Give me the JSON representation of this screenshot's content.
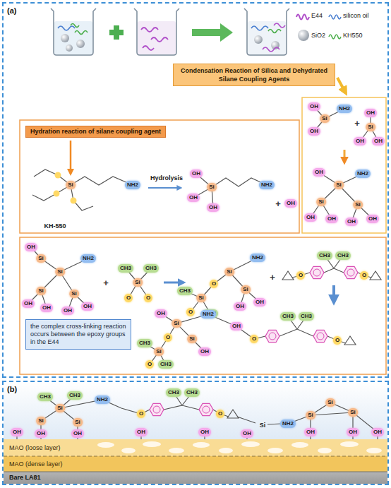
{
  "diagram": {
    "nodes": [
      {
        "text": [
          "(a)"
        ]
      },
      {
        "text": [
          "Condensation Reaction of Silica and Dehydrated Silane Coupling Agents"
        ],
        "in": 0
      },
      {
        "text": [
          "Hydration reaction of silane coupling agent"
        ],
        "in": 0
      },
      {
        "text": [
          "the complex cross-linking reaction occurs between the epoxy groups in the E44"
        ],
        "in": 0
      },
      {
        "text": [
          "(b)"
        ]
      },
      {
        "text": [
          "MAO (loose layer)"
        ],
        "in": 4
      },
      {
        "text": [
          "MAO (dense layer)"
        ],
        "in": 4
      },
      {
        "text": [
          "Bare LA81"
        ],
        "in": 4
      }
    ],
    "labels": [
      "KH-550",
      "Hydrolysis",
      "Si",
      "NH2",
      "Si",
      "OH",
      "OH",
      "OH",
      "NH2",
      "+",
      "OH",
      "Si",
      "OH",
      "OH",
      "NH2",
      "+",
      "Si",
      "OH",
      "OH",
      "OH",
      "Si",
      "NH2",
      "Si",
      "Si",
      "OH",
      "OH",
      "OH",
      "OH",
      "OH",
      "Si",
      "NH2",
      "Si",
      "OH",
      "Si",
      "OH",
      "OH",
      "Si",
      "OH",
      "OH",
      "+",
      "Si",
      "CH3",
      "CH3",
      "O",
      "O",
      "Si",
      "NH2",
      "O",
      "Si",
      "CH3",
      "CH3",
      "O",
      "Si",
      "OH",
      "OH",
      "+",
      "O",
      "CH3",
      "CH3",
      "O",
      "Si",
      "OH",
      "O",
      "Si",
      "CH3",
      "CH3",
      "O",
      "Si",
      "OH",
      "NH2",
      "OH",
      "O",
      "CH3",
      "CH3",
      "O",
      "Si",
      "CH3",
      "CH3",
      "Si",
      "Si",
      "NH2",
      "O",
      "CH3",
      "CH3",
      "O",
      "Si",
      "NH2",
      "Si",
      "Si",
      "Si",
      "OH",
      "OH",
      "OH",
      "OH",
      "OH",
      "OH",
      "OH",
      "OH",
      "OH"
    ],
    "legend": [
      {
        "text": "E44"
      },
      {
        "text": "silicon oil"
      },
      {
        "text": "SiO2"
      },
      {
        "text": "KH550"
      }
    ]
  }
}
